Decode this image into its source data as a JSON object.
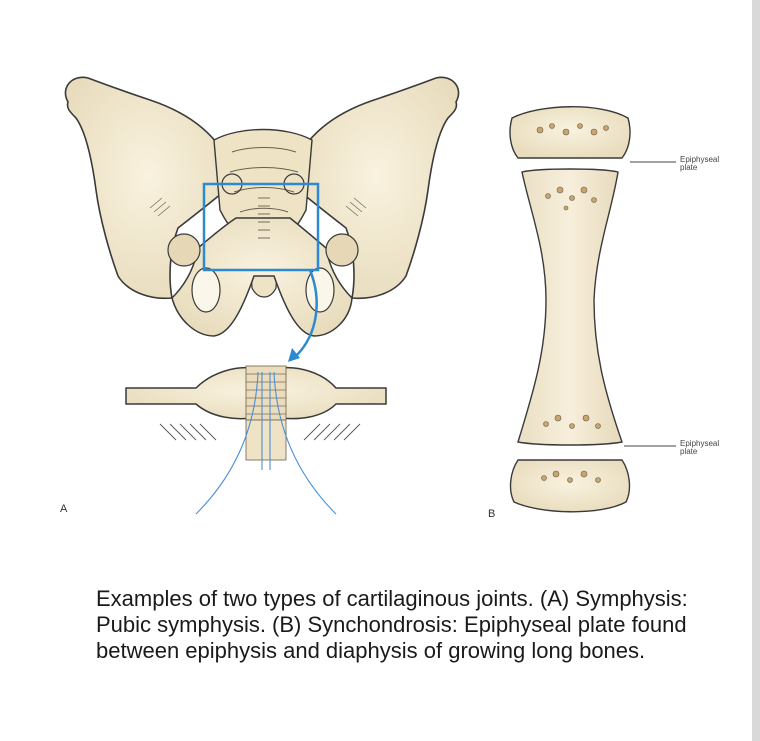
{
  "figure": {
    "panel_a_letter": "A",
    "panel_b_letter": "B",
    "plate_label_top_line1": "Epiphyseal",
    "plate_label_top_line2": "plate",
    "plate_label_bottom_line1": "Epiphyseal",
    "plate_label_bottom_line2": "plate"
  },
  "caption": {
    "text": "Examples of two types of cartilaginous joints. (A) Symphysis: Pubic symphysis. (B) Synchondrosis: Epiphyseal plate found between epiphysis and diaphysis of growing long bones."
  },
  "colors": {
    "bone": "#f4ead2",
    "bone_outline": "#3a3a3a",
    "highlight_box": "#2b8ad0",
    "arrow": "#2b8ad0",
    "cartilage_lines": "#4a90d9"
  }
}
